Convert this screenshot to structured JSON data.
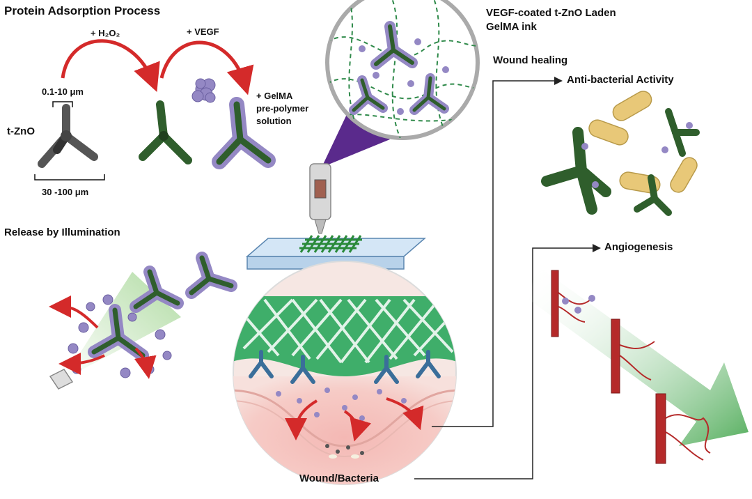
{
  "labels": {
    "protein_adsorption": "Protein Adsorption Process",
    "h2o2": "+ H₂O₂",
    "vegf": "+ VEGF",
    "size_small": "0.1-10 μm",
    "tzno": "t-ZnO",
    "size_large": "30 -100 μm",
    "gelma_line1": "+ GelMA",
    "gelma_line2": "pre-polymer",
    "gelma_line3": "solution",
    "ink_line1": "VEGF-coated t-ZnO Laden",
    "ink_line2": "GelMA ink",
    "wound_healing": "Wound healing",
    "antibacterial": "Anti-bacterial Activity",
    "release": "Release by Illumination",
    "angiogenesis": "Angiogenesis",
    "wound_bacteria": "Wound/Bacteria"
  },
  "colors": {
    "arrow_red": "#d42a2a",
    "tetrapod_gray": "#5a5a5a",
    "tetrapod_green": "#2f5e2c",
    "vegf_purple": "#9488c4",
    "hydrogel_green": "#3fae6a",
    "vessel_red": "#b52a2a",
    "bacteria_yellow": "#e8c878",
    "skin_pink": "#f2b3b0",
    "nozzle_purple": "#5a2a8c"
  }
}
